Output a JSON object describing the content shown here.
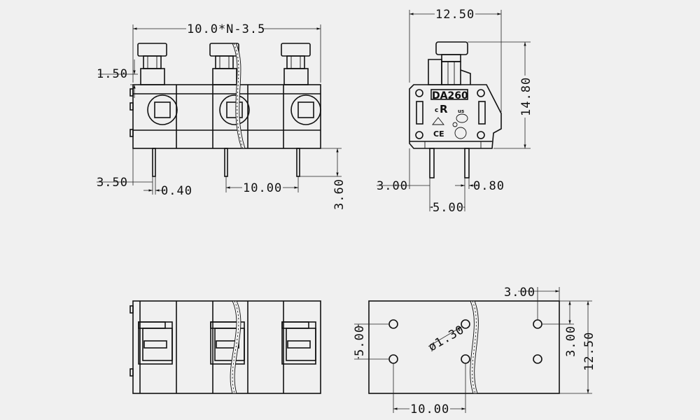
{
  "front_view": {
    "dim_width": "10.0*N-3.5",
    "dim_top": "1.50",
    "dim_pin_offset": "3.50",
    "dim_pin_width": "0.40",
    "dim_pitch": "10.00",
    "dim_pin_length": "3.60"
  },
  "side_view": {
    "dim_width": "12.50",
    "dim_height": "14.80",
    "dim_left_pin": "3.00",
    "dim_pin_width": "0.80",
    "dim_pin_spacing": "5.00",
    "logo_model": "DA260",
    "logo_cert_c": "c",
    "logo_cert_us": "us",
    "logo_ce": "CE"
  },
  "pcb_view": {
    "dim_top_offset": "3.00",
    "dim_hole_diameter": "ø1.30",
    "dim_left_vertical": "5.00",
    "dim_right_vertical": "3.00",
    "dim_overall_height": "12.50",
    "dim_pitch": "10.00"
  }
}
